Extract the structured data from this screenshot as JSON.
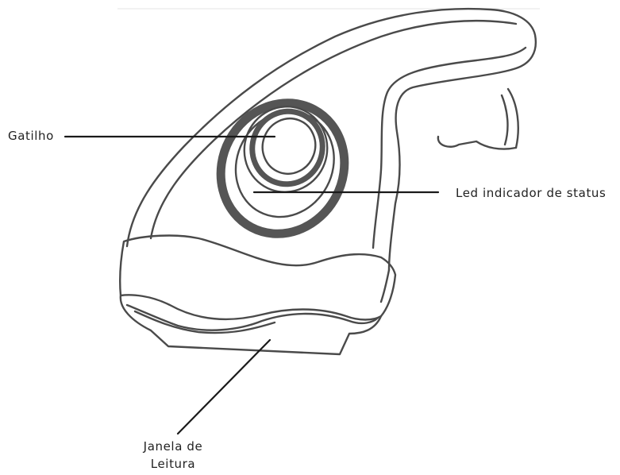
{
  "labels": {
    "trigger": "Gatilho",
    "led": "Led indicador de status",
    "window_line1": "Janela de",
    "window_line2": "Leitura"
  },
  "colors": {
    "outline": "#4a4a4a",
    "ring": "#555555",
    "leader": "#1a1a1a",
    "text": "#222222",
    "top_rule": "#e6e6e6"
  }
}
